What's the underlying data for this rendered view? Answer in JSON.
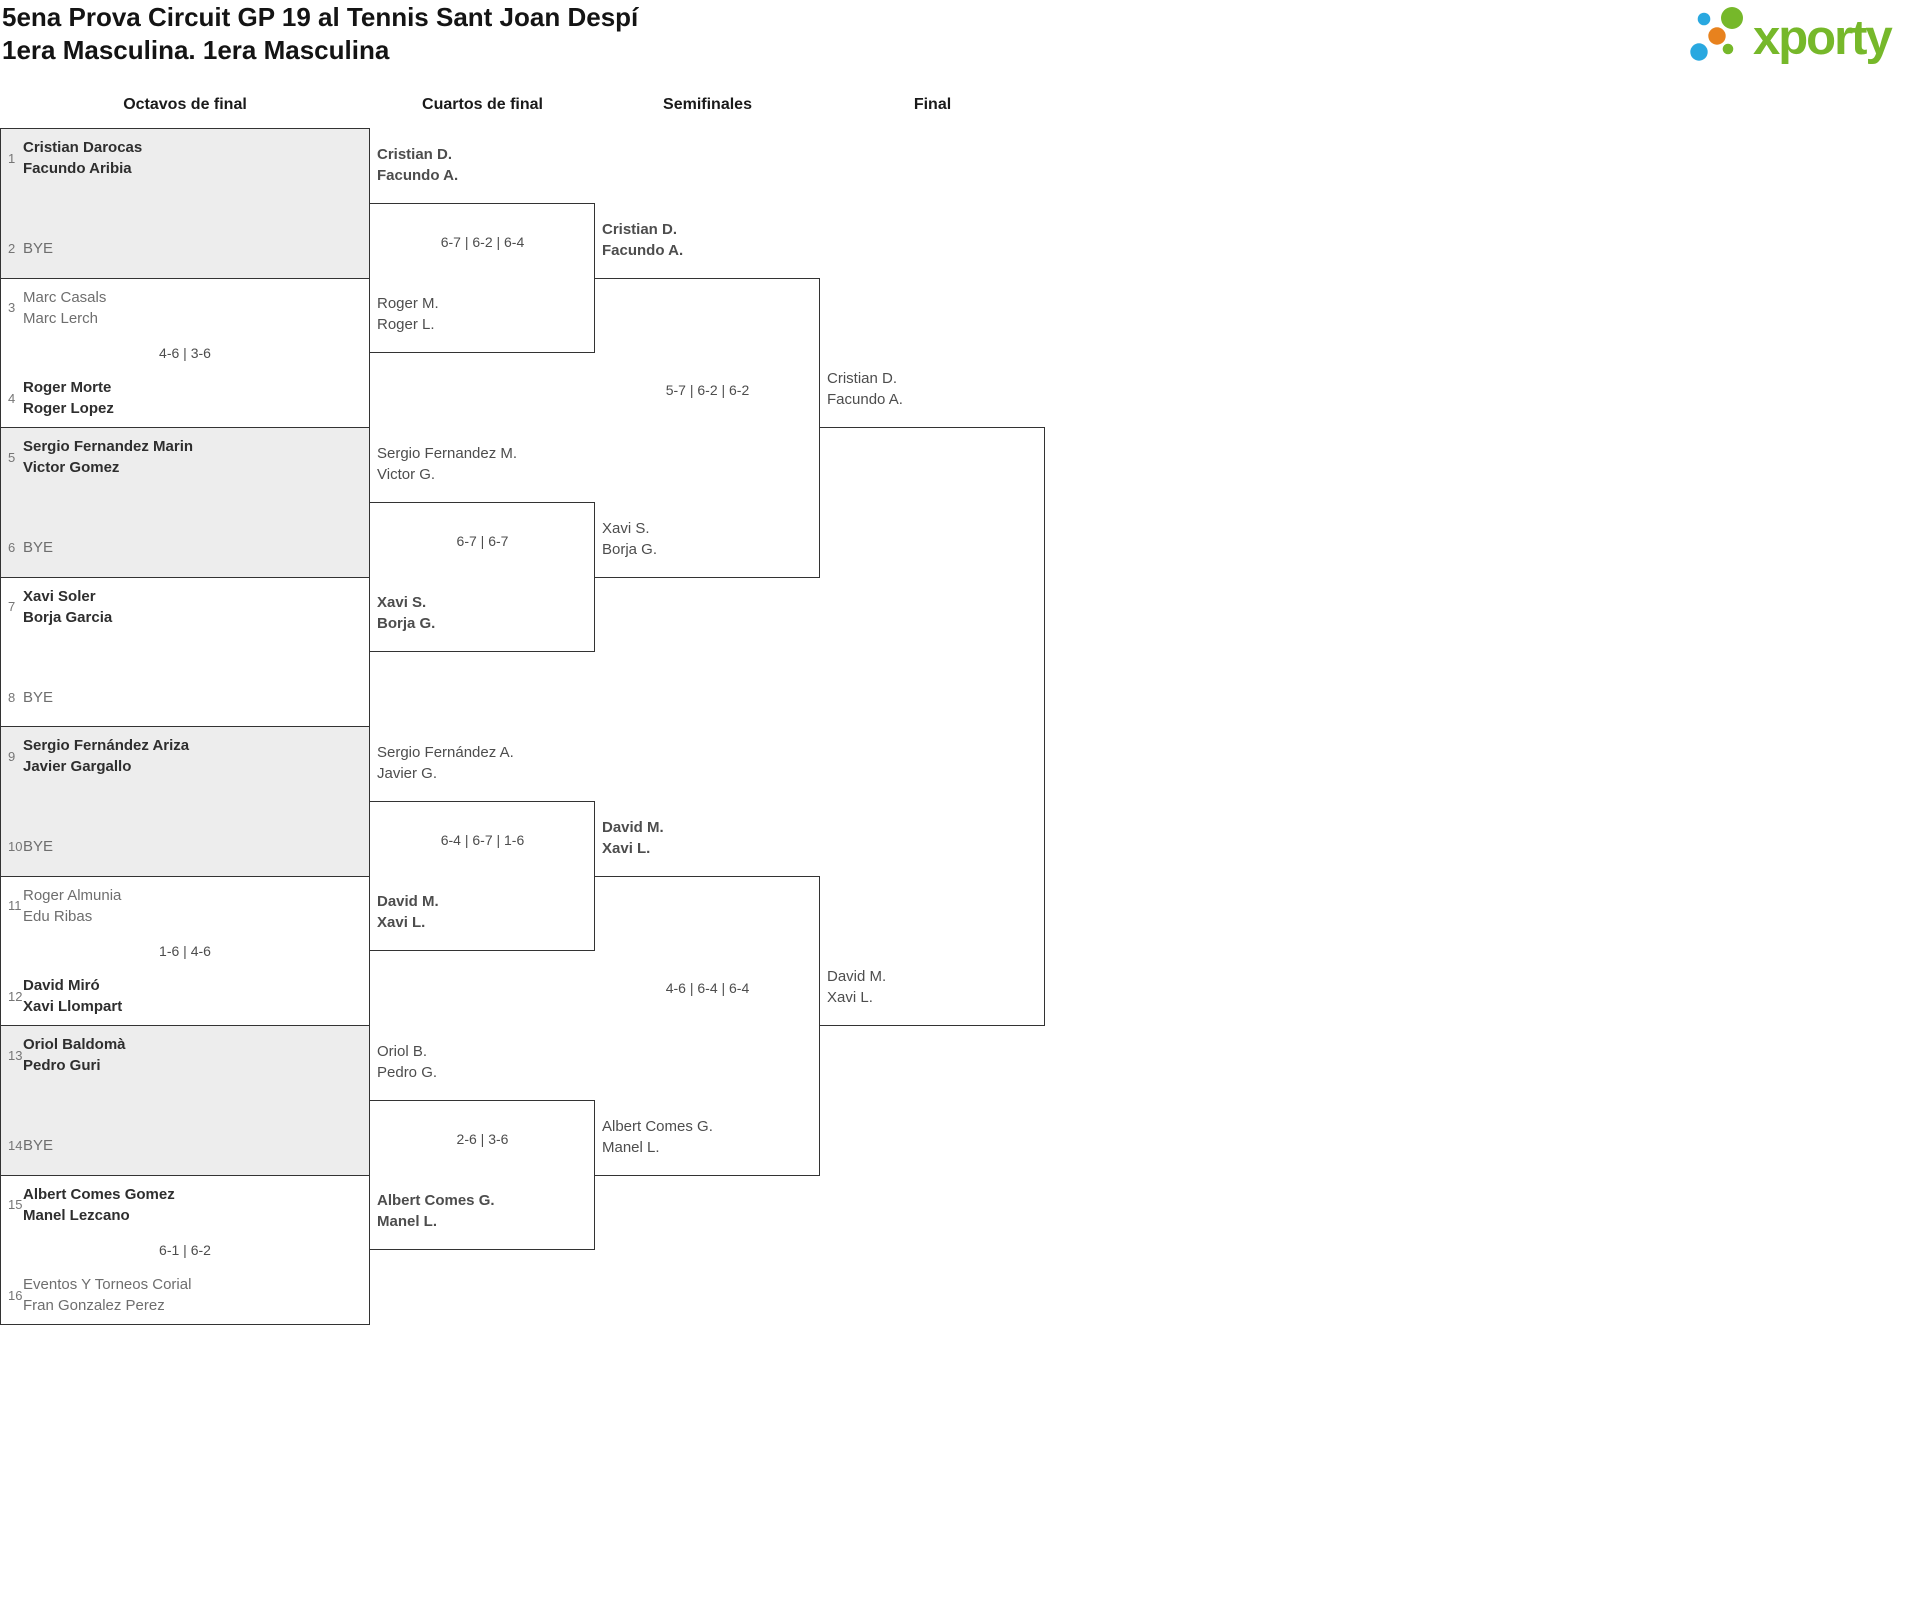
{
  "header": {
    "title_line1": "5ena Prova Circuit GP 19 al Tennis Sant Joan Despí",
    "title_line2": "1era Masculina. 1era Masculina",
    "logo_text": "xporty"
  },
  "columns": [
    "Octavos de final",
    "Cuartos de final",
    "Semifinales",
    "Final"
  ],
  "colors": {
    "brand_green": "#76b82a",
    "brand_blue": "#29a8e0",
    "brand_orange": "#e8821e",
    "box_fill_alt": "#ededed",
    "box_border": "#333333",
    "winner_text": "#2e2e2e",
    "loser_text": "#6e6e6e"
  },
  "octavos": [
    {
      "top": {
        "seed": "1",
        "name1": "Cristian Darocas",
        "name2": "Facundo Aribia",
        "winner": true
      },
      "bottom": {
        "seed": "2",
        "name1": "BYE",
        "name2": "",
        "winner": false
      },
      "score": ""
    },
    {
      "top": {
        "seed": "3",
        "name1": "Marc Casals",
        "name2": "Marc Lerch",
        "winner": false
      },
      "bottom": {
        "seed": "4",
        "name1": "Roger Morte",
        "name2": "Roger Lopez",
        "winner": true
      },
      "score": "4-6 | 3-6"
    },
    {
      "top": {
        "seed": "5",
        "name1": "Sergio Fernandez Marin",
        "name2": "Victor Gomez",
        "winner": true
      },
      "bottom": {
        "seed": "6",
        "name1": "BYE",
        "name2": "",
        "winner": false
      },
      "score": ""
    },
    {
      "top": {
        "seed": "7",
        "name1": "Xavi Soler",
        "name2": "Borja Garcia",
        "winner": true
      },
      "bottom": {
        "seed": "8",
        "name1": "BYE",
        "name2": "",
        "winner": false
      },
      "score": ""
    },
    {
      "top": {
        "seed": "9",
        "name1": "Sergio Fernández Ariza",
        "name2": "Javier Gargallo",
        "winner": true
      },
      "bottom": {
        "seed": "10",
        "name1": "BYE",
        "name2": "",
        "winner": false
      },
      "score": ""
    },
    {
      "top": {
        "seed": "11",
        "name1": "Roger Almunia",
        "name2": "Edu Ribas",
        "winner": false
      },
      "bottom": {
        "seed": "12",
        "name1": "David Miró",
        "name2": "Xavi Llompart",
        "winner": true
      },
      "score": "1-6 | 4-6"
    },
    {
      "top": {
        "seed": "13",
        "name1": "Oriol Baldomà",
        "name2": "Pedro Guri",
        "winner": true
      },
      "bottom": {
        "seed": "14",
        "name1": "BYE",
        "name2": "",
        "winner": false
      },
      "score": ""
    },
    {
      "top": {
        "seed": "15",
        "name1": "Albert Comes Gomez",
        "name2": "Manel Lezcano",
        "winner": true
      },
      "bottom": {
        "seed": "16",
        "name1": "Eventos Y Torneos Corial",
        "name2": "Fran Gonzalez Perez",
        "winner": false
      },
      "score": "6-1 | 6-2"
    }
  ],
  "cuartos": [
    {
      "top": {
        "name1": "Cristian D.",
        "name2": "Facundo A.",
        "winner": true
      },
      "bottom": {
        "name1": "Roger M.",
        "name2": "Roger L.",
        "winner": false
      },
      "score": "6-7 | 6-2 | 6-4"
    },
    {
      "top": {
        "name1": "Sergio Fernandez M.",
        "name2": "Victor G.",
        "winner": false
      },
      "bottom": {
        "name1": "Xavi S.",
        "name2": "Borja G.",
        "winner": true
      },
      "score": "6-7 | 6-7"
    },
    {
      "top": {
        "name1": "Sergio Fernández A.",
        "name2": "Javier G.",
        "winner": false
      },
      "bottom": {
        "name1": "David M.",
        "name2": "Xavi L.",
        "winner": true
      },
      "score": "6-4 | 6-7 | 1-6"
    },
    {
      "top": {
        "name1": "Oriol B.",
        "name2": "Pedro G.",
        "winner": false
      },
      "bottom": {
        "name1": "Albert Comes G.",
        "name2": "Manel L.",
        "winner": true
      },
      "score": "2-6 | 3-6"
    }
  ],
  "semifinales": [
    {
      "top": {
        "name1": "Cristian D.",
        "name2": "Facundo A.",
        "winner": true
      },
      "bottom": {
        "name1": "Xavi S.",
        "name2": "Borja G.",
        "winner": false
      },
      "score": "5-7 | 6-2 | 6-2"
    },
    {
      "top": {
        "name1": "David M.",
        "name2": "Xavi L.",
        "winner": true
      },
      "bottom": {
        "name1": "Albert Comes G.",
        "name2": "Manel L.",
        "winner": false
      },
      "score": "4-6 | 6-4 | 6-4"
    }
  ],
  "final": {
    "top": {
      "name1": "Cristian D.",
      "name2": "Facundo A."
    },
    "bottom": {
      "name1": "David M.",
      "name2": "Xavi L."
    },
    "score": ""
  }
}
